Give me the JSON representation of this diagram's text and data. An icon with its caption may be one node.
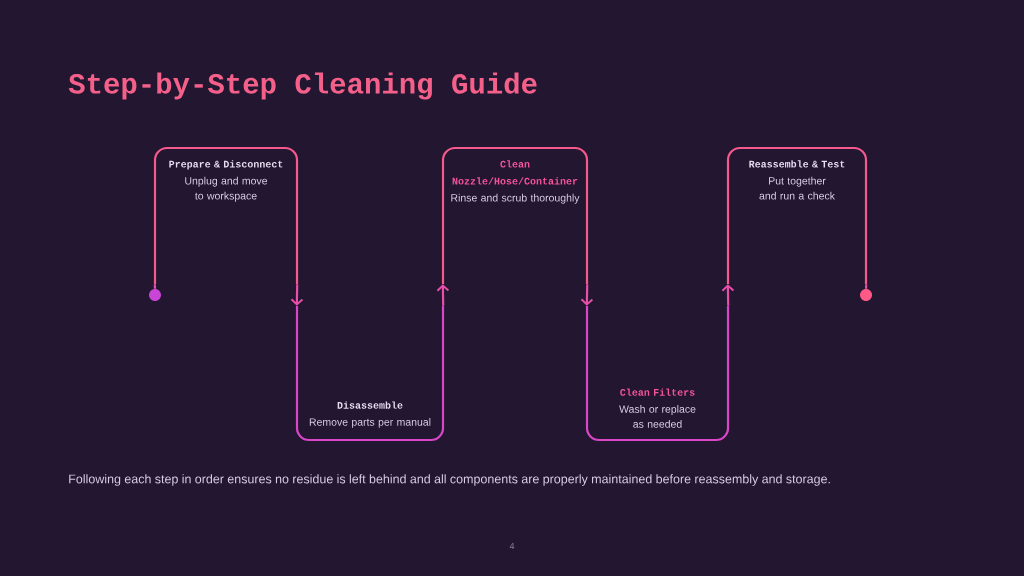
{
  "diagram": {
    "title": "Step-by-Step Cleaning Guide",
    "nodes": [
      {
        "text": [],
        "shape": "circle"
      },
      {
        "text": [
          "Prepare & Disconnect",
          "Unplug and move to workspace"
        ]
      },
      {
        "text": [
          "Disassemble",
          "Remove parts per manual"
        ]
      },
      {
        "text": [
          "Clean Nozzle/Hose/Container",
          "Rinse and scrub thoroughly"
        ]
      },
      {
        "text": [
          "Clean Filters",
          "Wash or replace as needed"
        ]
      },
      {
        "text": [
          "Reassemble & Test",
          "Put together and run a check"
        ]
      },
      {
        "text": [],
        "shape": "circle"
      }
    ],
    "edges": [
      {
        "from": 0,
        "to": 1,
        "arrow": "none"
      },
      {
        "from": 1,
        "to": 2,
        "arrow": "to"
      },
      {
        "from": 2,
        "to": 3,
        "arrow": "to"
      },
      {
        "from": 3,
        "to": 4,
        "arrow": "to"
      },
      {
        "from": 4,
        "to": 5,
        "arrow": "to"
      },
      {
        "from": 5,
        "to": 6,
        "arrow": "none"
      }
    ],
    "caption": "Following each step in order ensures no residue is left behind and all components are properly maintained before reassembly and storage.",
    "labels": [
      "4"
    ]
  }
}
